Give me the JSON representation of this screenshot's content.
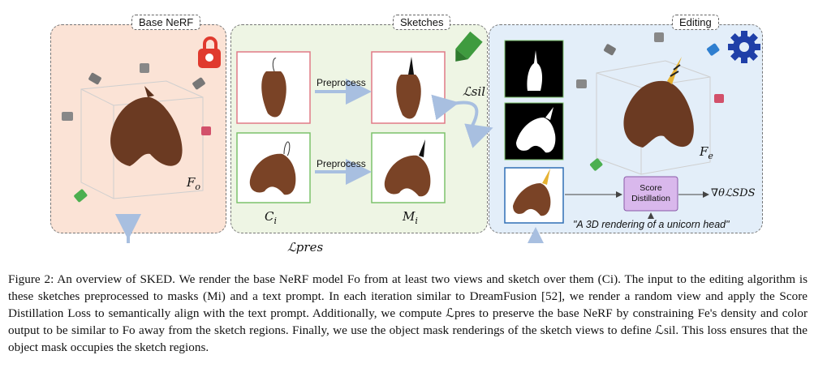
{
  "panels": {
    "base": {
      "title": "Base NeRF",
      "model_label": "F",
      "model_sub": "o"
    },
    "sketches": {
      "title": "Sketches",
      "preprocess_top": "Preprocess",
      "preprocess_bottom": "Preprocess",
      "ci_label": "C",
      "ci_sub": "i",
      "mi_label": "M",
      "mi_sub": "i"
    },
    "editing": {
      "title": "Editing",
      "fe_label": "F",
      "fe_sub": "e",
      "score_box": "Score\nDistillation",
      "grad_label": "∇θℒSDS",
      "prompt": "\"A 3D rendering of a unicorn head\""
    },
    "loss_sil": "ℒsil",
    "loss_pres": "ℒpres"
  },
  "caption": {
    "text": "Figure 2: An overview of SKED. We render the base NeRF model Fo from at least two views and sketch over them (Ci). The input to the editing algorithm is these sketches preprocessed to masks (Mi) and a text prompt. In each iteration similar to DreamFusion [52], we render a random view and apply the Score Distillation Loss to semantically align with the text prompt. Additionally, we compute ℒpres to preserve the base NeRF by constraining Fe's density and color output to be similar to Fo away from the sketch regions. Finally, we use the object mask renderings of the sketch views to define ℒsil. This loss ensures that the object mask occupies the sketch regions."
  },
  "colors": {
    "base_bg": "#fbe3d6",
    "sketch_bg": "#eef5e4",
    "edit_bg": "#e3eef9",
    "arrow": "#a8bfe0",
    "score_box": "#d9b8ec"
  },
  "icons": [
    "lock-icon",
    "pencil-icon",
    "gear-icon",
    "camera-icon"
  ]
}
